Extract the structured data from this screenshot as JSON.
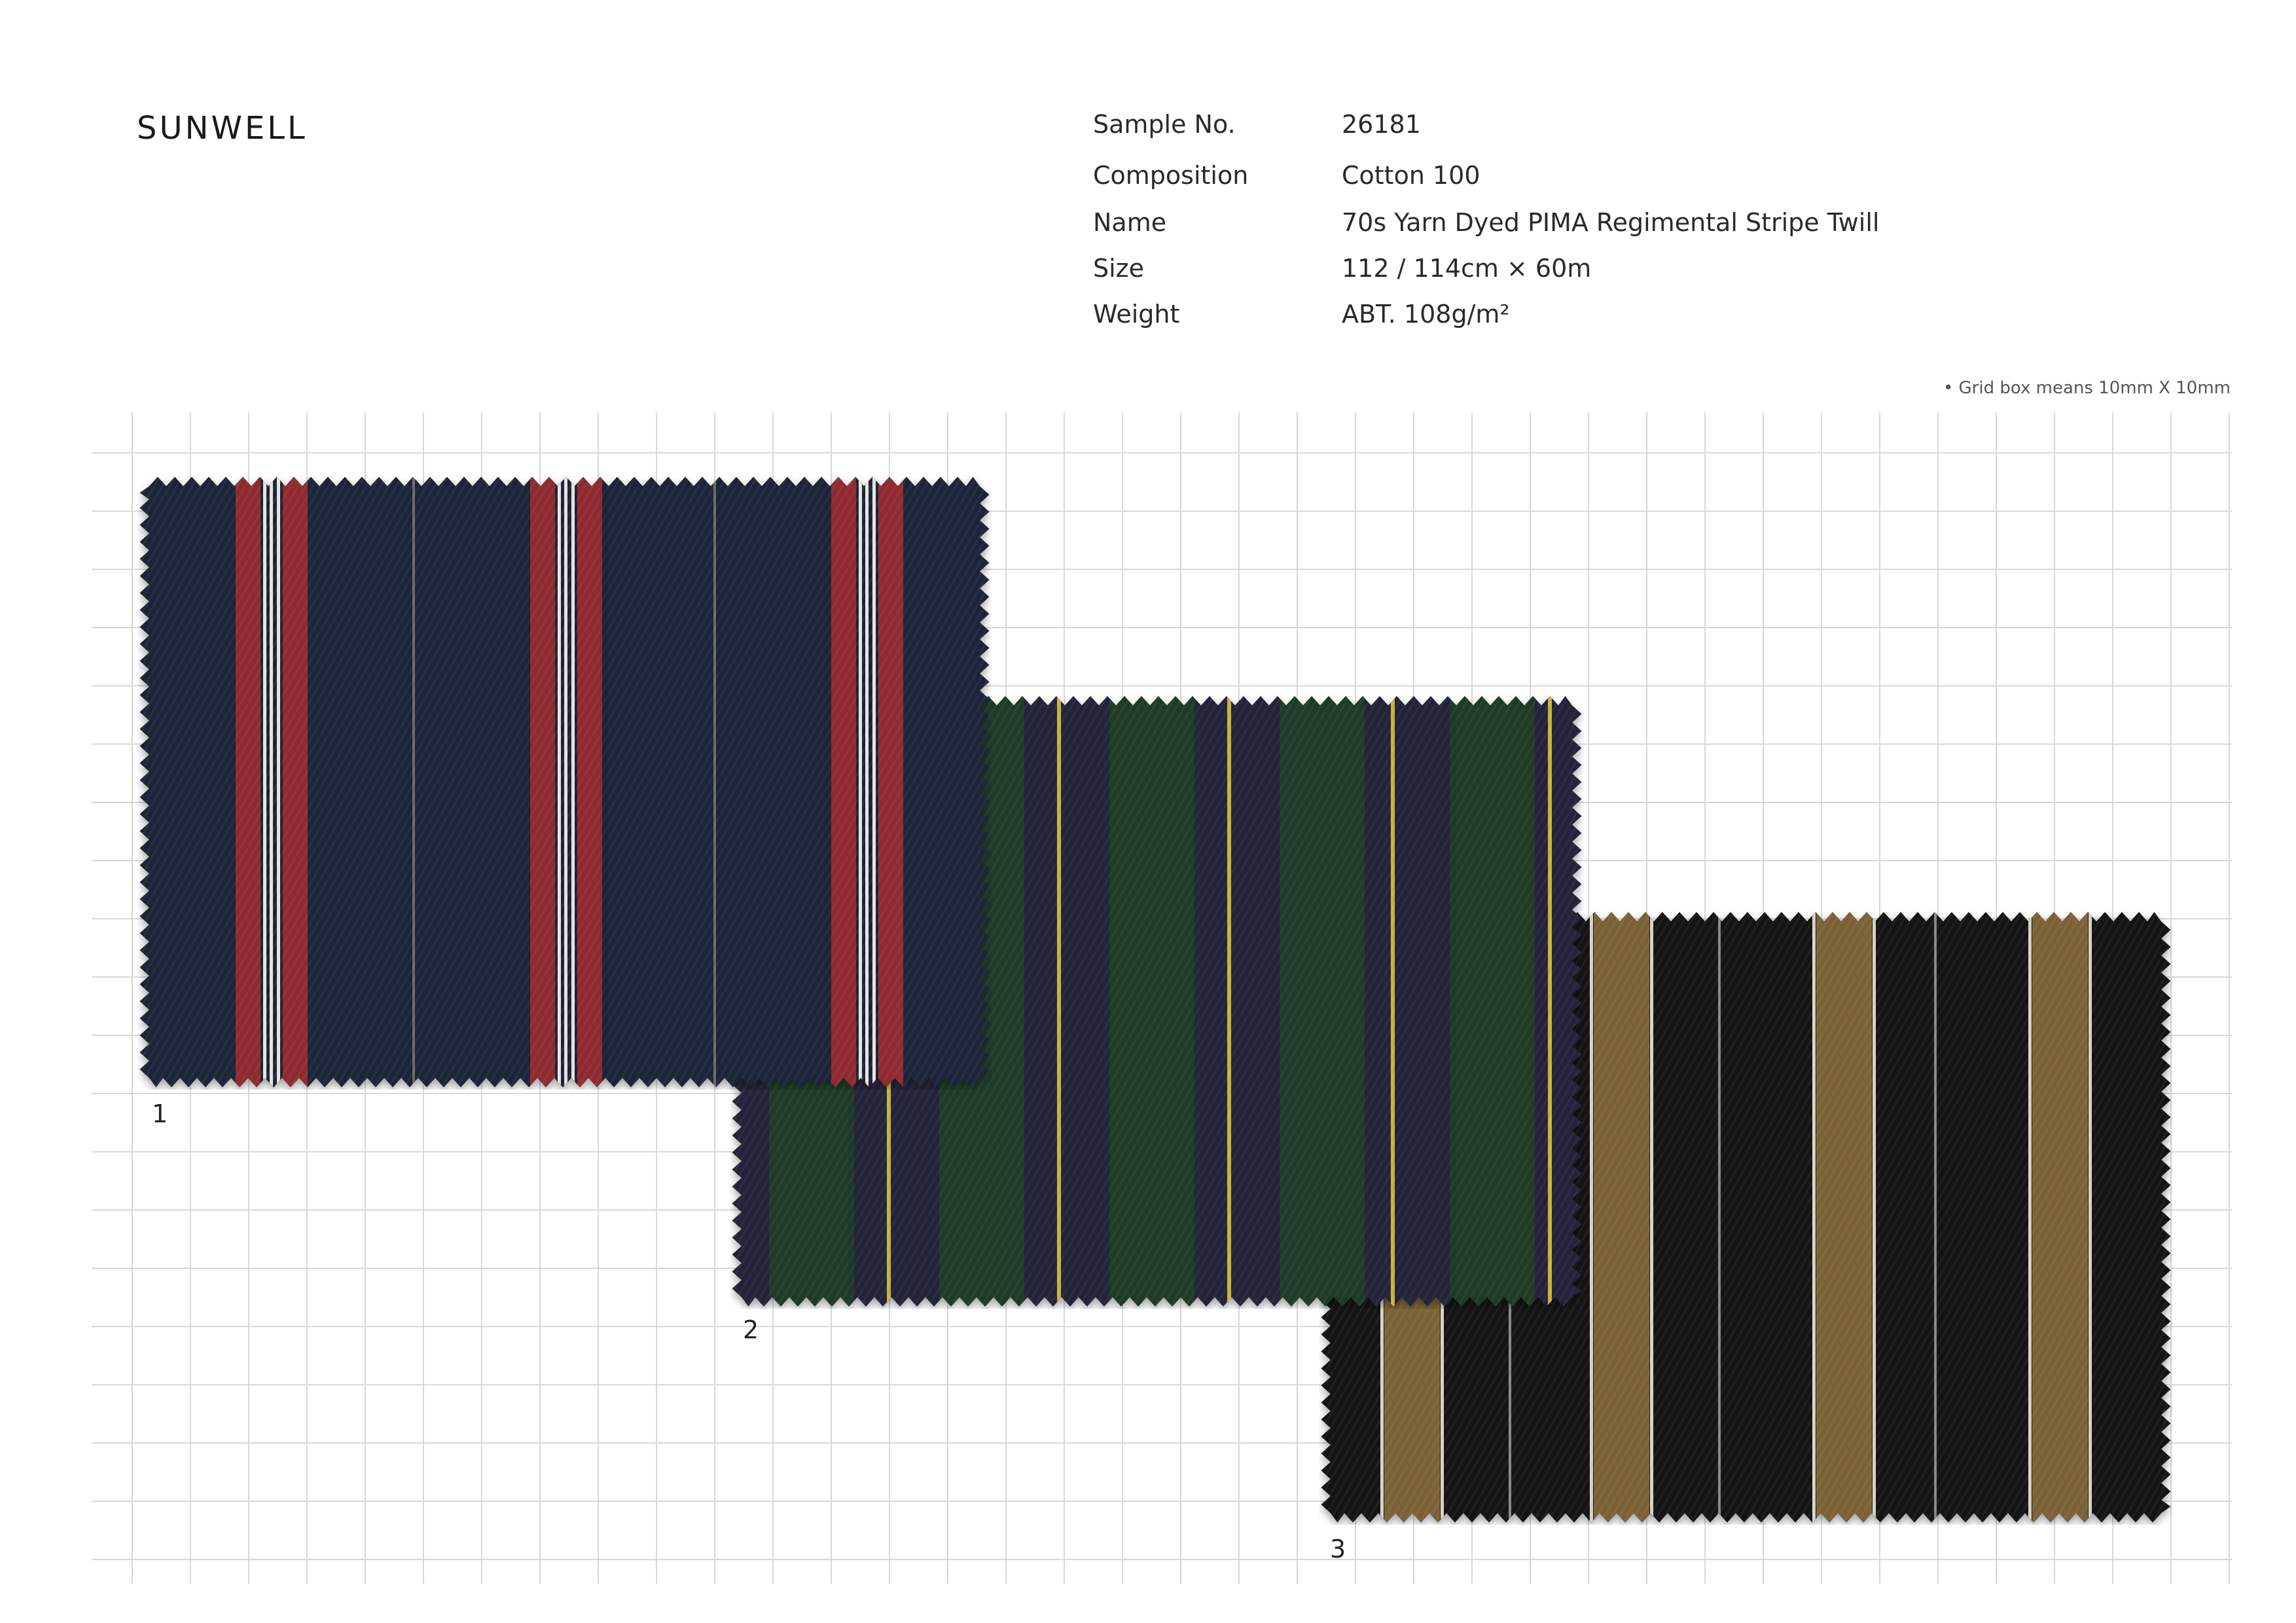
{
  "brand": "SUNWELL",
  "spec": {
    "sample_no": {
      "label": "Sample No.",
      "value": "26181"
    },
    "composition": {
      "label": "Composition",
      "value": "Cotton 100"
    },
    "name": {
      "label": "Name",
      "value": "70s Yarn Dyed PIMA  Regimental Stripe Twill"
    },
    "size": {
      "label": "Size",
      "value": "112 / 114cm × 60m"
    },
    "weight": {
      "label": "Weight",
      "value": "ABT. 108g/m²"
    }
  },
  "grid_note": "• Grid box means 10mm X 10mm",
  "swatches": [
    {
      "label": "1",
      "base_color": "#1b2438",
      "stripe_colors": [
        "#8e2a30",
        "#e8e4dc",
        "#6d6a66"
      ]
    },
    {
      "label": "2",
      "base_color": "#232339",
      "stripe_colors": [
        "#1f3a26",
        "#c9b23a"
      ]
    },
    {
      "label": "3",
      "base_color": "#141414",
      "stripe_colors": [
        "#7b6236",
        "#d8d2c4"
      ]
    }
  ]
}
